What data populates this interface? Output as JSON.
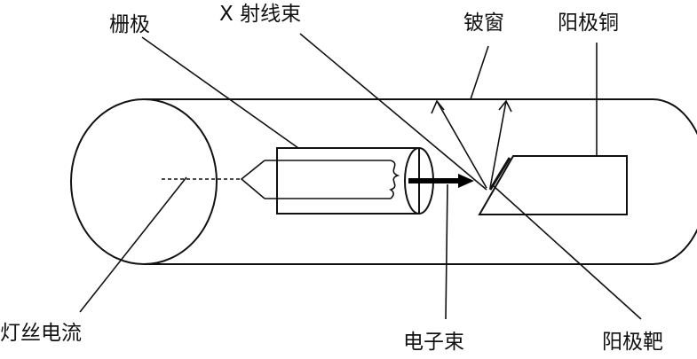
{
  "diagram": {
    "labels": {
      "grid": "栅极",
      "xray_beam": "X 射线束",
      "beryllium_window": "铍窗",
      "anode_copper": "阳极铜",
      "filament_current": "灯丝电流",
      "electron_beam": "电子束",
      "anode_target": "阳极靶"
    }
  }
}
